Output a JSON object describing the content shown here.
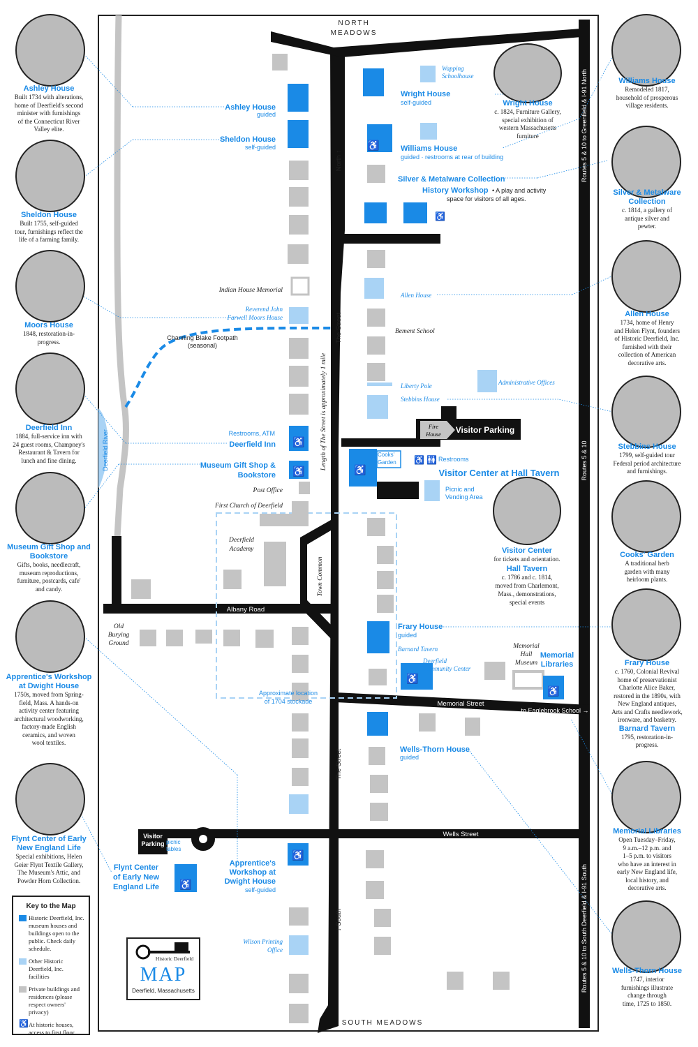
{
  "map": {
    "top_label": "NORTH\nMEADOWS",
    "bottom_label": "SOUTH MEADOWS",
    "roads": {
      "the_street": "The Street",
      "north": "North ↑",
      "south": "↓ South",
      "albany_road": "Albany Road",
      "memorial_street": "Memorial Street",
      "wells_street": "Wells Street",
      "routes_east_top": "Routes 5 & 10 to Greenfield & I-91 North",
      "routes_east_mid": "Routes 5 & 10",
      "routes_east_bottom": "Routes 5 & 10 to South Deerfield & I-91 South",
      "to_eaglebrook": "to Eaglebrook School →",
      "length_note": "Length of The Street is approximately 1 mile",
      "town_common": "Town Common",
      "river": "Deerfield River"
    },
    "labels": {
      "ashley": "Ashley House",
      "ashley_sub": "guided",
      "sheldon": "Sheldon House",
      "sheldon_sub": "self-guided",
      "indian_house": "Indian House Memorial",
      "moors_1": "Reverend John",
      "moors_2": "Farwell Moors House",
      "footpath_1": "Channing Blake Footpath",
      "footpath_2": "(seasonal)",
      "restrooms_atm": "Restrooms, ATM",
      "deerfield_inn": "Deerfield Inn",
      "gift_1": "Museum Gift Shop &",
      "gift_2": "Bookstore",
      "post_office": "Post Office",
      "first_church": "First Church of Deerfield",
      "academy_1": "Deerfield",
      "academy_2": "Academy",
      "old_burying_1": "Old",
      "old_burying_2": "Burying",
      "old_burying_3": "Ground",
      "stockade_1": "Approximate location",
      "stockade_2": "of 1704 stockade",
      "wapping_1": "Wapping",
      "wapping_2": "Schoolhouse",
      "wright": "Wright House",
      "wright_sub": "self-guided",
      "williams": "Williams House",
      "williams_sub": "guided · restrooms at rear of building",
      "silver": "Silver & Metalware Collection",
      "history_workshop": "History Workshop",
      "history_desc_1": "• A play and activity",
      "history_desc_2": "space for visitors of all ages.",
      "allen": "Allen House",
      "bement": "Bement School",
      "liberty_pole": "Liberty Pole",
      "admin_offices": "Administrative Offices",
      "stebbins": "Stebbins House",
      "fire_house_1": "Fire",
      "fire_house_2": "House",
      "visitor_parking": "Visitor Parking",
      "cooks_1": "Cooks'",
      "cooks_2": "Garden",
      "restrooms": "Restrooms",
      "visitor_center": "Visitor Center at Hall Tavern",
      "picnic_1": "Picnic and",
      "picnic_2": "Vending Area",
      "frary": "Frary House",
      "frary_sub": "guided",
      "barnard": "Barnard Tavern",
      "community_1": "Deerfield",
      "community_2": "Community Center",
      "memorial_hall_1": "Memorial",
      "memorial_hall_2": "Hall",
      "memorial_hall_3": "Museum",
      "memorial_libraries_1": "Memorial",
      "memorial_libraries_2": "Libraries",
      "wells_thorn": "Wells-Thorn House",
      "wells_thorn_sub": "guided",
      "visitor_parking_2a": "Visitor",
      "visitor_parking_2b": "Parking",
      "picnic_tables_1": "picnic",
      "picnic_tables_2": "tables",
      "flynt_1": "Flynt Center",
      "flynt_2": "of Early New",
      "flynt_3": "England Life",
      "apprentice_1": "Apprentice's",
      "apprentice_2": "Workshop at",
      "apprentice_3": "Dwight House",
      "apprentice_sub": "self-guided",
      "wilson_1": "Wilson Printing",
      "wilson_2": "Office",
      "vc_title": "Visitor Center",
      "vc_line": "for tickets and orientation.",
      "ht_title": "Hall Tavern",
      "ht_desc": "c. 1786 and c. 1814,\nmoved from Charlemont,\nMass., demonstrations,\nspecial events"
    },
    "logo": {
      "top": "Historic Deerfield",
      "title": "MAP",
      "sub": "Deerfield, Massachusetts"
    }
  },
  "left_panel": [
    {
      "title": "Ashley House",
      "desc": "Built 1734 with alterations,\nhome of Deerfield's second\nminister with furnishings\nof the Connecticut River\nValley elite."
    },
    {
      "title": "Sheldon House",
      "desc": "Built 1755, self-guided\ntour, furnishings reflect the\nlife of a farming family."
    },
    {
      "title": "Moors House",
      "desc": "1848, restoration-in-\nprogress."
    },
    {
      "title": "Deerfield Inn",
      "desc": "1884, full-service inn with\n24 guest rooms, Champney's\nRestaurant & Tavern for\nlunch and fine dining."
    },
    {
      "title": "Museum Gift Shop\nand Bookstore",
      "desc": "Gifts, books, needlecraft,\nmuseum reproductions,\nfurniture, postcards, cafe'\nand candy."
    },
    {
      "title": "Apprentice's\nWorkshop at\nDwight House",
      "desc": "1750s, moved from Spring-\nfield, Mass. A hands-on\nactivity center featuring\narchitectural woodworking,\nfactory-made English\nceramics, and woven\nwool textiles."
    },
    {
      "title": "Flynt Center of Early\nNew England Life",
      "desc": "Special exhibitions, Helen\nGeier Flynt Textile Gallery,\nThe Museum's Attic, and\nPowder Horn Collection."
    }
  ],
  "right_panel": [
    {
      "title": "Williams House",
      "desc": "Remodeled 1817,\nhousehold of prosperous\nvillage residents."
    },
    {
      "title": "Wright House",
      "desc": "c. 1824, Furniture Gallery,\nspecial exhibition of\nwestern Massachusetts\nfurniture"
    },
    {
      "title": "Silver & Metalware\nCollection",
      "desc": "c. 1814, a gallery of\nantique silver and\npewter."
    },
    {
      "title": "Allen House",
      "desc": "1734, home of Henry\nand Helen Flynt, founders\nof Historic Deerfield, Inc.\nfurnished with their\ncollection of American\ndecorative arts."
    },
    {
      "title": "Stebbins House",
      "desc": "1799, self-guided tour\nFederal period architecture\nand furnishings."
    },
    {
      "title": "Cooks' Garden",
      "desc": "A traditional herb\ngarden with many\nheirloom plants."
    },
    {
      "title": "Frary House",
      "desc": "c. 1760, Colonial Revival\nhome of preservationist\nCharlotte Alice Baker,\nrestored in the 1890s, with\nNew England antiques,\nArts and Crafts needlework,\nironware, and basketry."
    },
    {
      "title": "Barnard Tavern",
      "desc": "1795, restoration-in-\nprogress."
    },
    {
      "title": "Memorial Libraries",
      "desc": "Open Tuesday–Friday,\n9 a.m.–12 p.m. and\n1–5 p.m. to visitors\nwho have an interest in\nearly New England life,\nlocal history, and\ndecorative arts."
    },
    {
      "title": "Wells-Thorn House",
      "desc": "1747, interior\nfurnishings illustrate\nchange through\ntime, 1725 to 1850."
    }
  ],
  "key": {
    "title": "Key to the Map",
    "items": [
      {
        "text": "Historic Deerfield, Inc. museum houses and buildings open to the public. Check daily schedule.",
        "color": "#1a8ae6"
      },
      {
        "text": "Other Historic Deerfield, Inc. facilities",
        "color": "#a9d3f5"
      },
      {
        "text": "Private buildings and residences (please respect owners' privacy)",
        "color": "#c4c4c4"
      },
      {
        "text": "At historic houses, access to first floor",
        "color": "accessible-icon"
      }
    ]
  },
  "colors": {
    "blue": "#1a8ae6",
    "light_blue": "#a9d3f5",
    "gray": "#c4c4c4",
    "road": "#111111"
  }
}
